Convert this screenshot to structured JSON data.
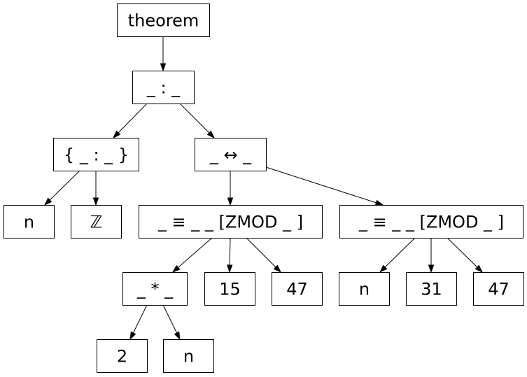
{
  "tree": {
    "nodes": [
      {
        "id": "theorem",
        "label": "theorem"
      },
      {
        "id": "colon",
        "label": "_ : _"
      },
      {
        "id": "set",
        "label": "{ _ : _ }"
      },
      {
        "id": "iff",
        "label": "_ ↔ _"
      },
      {
        "id": "n1",
        "label": "n"
      },
      {
        "id": "zz",
        "label": "ℤ"
      },
      {
        "id": "zmod15",
        "label": "_ ≡ _  _ [ZMOD _ ]"
      },
      {
        "id": "zmod31",
        "label": "_ ≡ _  _ [ZMOD _ ]"
      },
      {
        "id": "mul",
        "label": "_ * _"
      },
      {
        "id": "c15",
        "label": "15"
      },
      {
        "id": "c47a",
        "label": "47"
      },
      {
        "id": "n2",
        "label": "n"
      },
      {
        "id": "c31",
        "label": "31"
      },
      {
        "id": "c47b",
        "label": "47"
      },
      {
        "id": "c2",
        "label": "2"
      },
      {
        "id": "n3",
        "label": "n"
      }
    ],
    "edges": [
      {
        "from": "theorem",
        "to": "colon"
      },
      {
        "from": "colon",
        "to": "set"
      },
      {
        "from": "colon",
        "to": "iff"
      },
      {
        "from": "set",
        "to": "n1"
      },
      {
        "from": "set",
        "to": "zz"
      },
      {
        "from": "iff",
        "to": "zmod15"
      },
      {
        "from": "iff",
        "to": "zmod31"
      },
      {
        "from": "zmod15",
        "to": "mul"
      },
      {
        "from": "zmod15",
        "to": "c15"
      },
      {
        "from": "zmod15",
        "to": "c47a"
      },
      {
        "from": "zmod31",
        "to": "n2"
      },
      {
        "from": "zmod31",
        "to": "c31"
      },
      {
        "from": "zmod31",
        "to": "c47b"
      },
      {
        "from": "mul",
        "to": "c2"
      },
      {
        "from": "mul",
        "to": "n3"
      }
    ]
  }
}
